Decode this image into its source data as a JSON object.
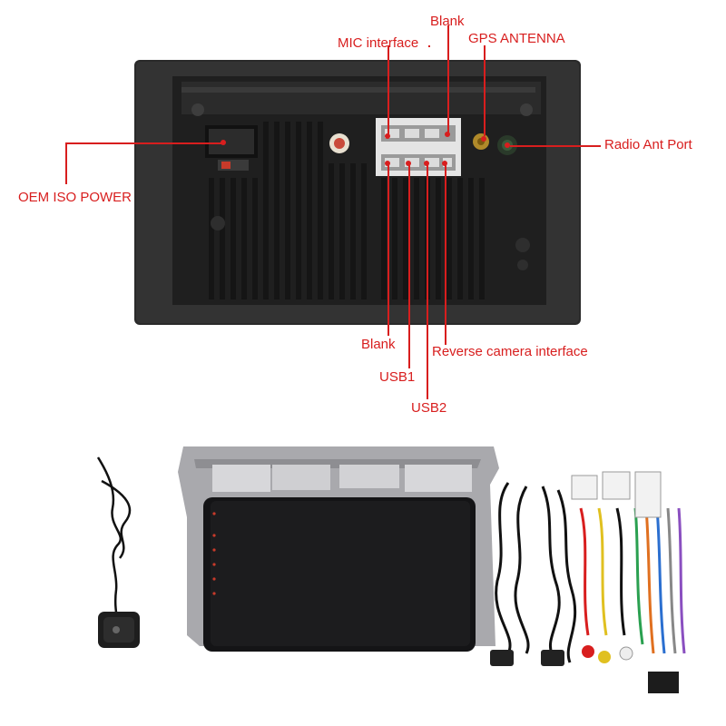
{
  "colors": {
    "callout": "#d81e1e",
    "panel": "#232323",
    "bezel": "#a9a9ad",
    "screen": "#1c1c1e"
  },
  "labels": {
    "mic_interface": "MIC interface",
    "blank_top": "Blank",
    "gps_antenna": "GPS ANTENNA",
    "radio_ant_port": "Radio Ant Port",
    "oem_iso_power": "OEM ISO POWER",
    "blank_bottom": "Blank",
    "usb1": "USB1",
    "usb2": "USB2",
    "reverse_camera_interface": "Reverse camera interface"
  },
  "icons": [
    "gps-antenna-icon",
    "car-stereo-back-panel",
    "car-stereo-front-unit",
    "usb-cable-icon",
    "wiring-harness-icon"
  ]
}
